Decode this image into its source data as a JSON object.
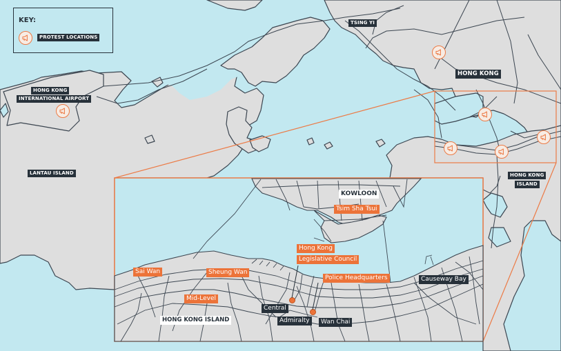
{
  "key": {
    "title": "KEY:",
    "legend_label": "PROTEST LOCATIONS",
    "legend_icon": "megaphone-icon"
  },
  "colors": {
    "water": "#c2e8f0",
    "land": "#dedede",
    "road": "#3b4550",
    "accent_orange": "#ec7339",
    "label_dark": "#27313a"
  },
  "overview_labels": {
    "tsing_yi": "TSING YI",
    "hong_kong": "HONG KONG",
    "airport_line1": "HONG KONG",
    "airport_line2": "INTERNATIONAL AIRPORT",
    "lantau": "LANTAU ISLAND",
    "hk_island_line1": "HONG KONG",
    "hk_island_line2": "ISLAND"
  },
  "inset": {
    "region_labels": {
      "kowloon": "KOWLOON",
      "hong_kong_island": "HONG KONG ISLAND"
    },
    "protest_labels": [
      {
        "id": "tsim-sha-tsui",
        "label": "Tsim Sha Tsui"
      },
      {
        "id": "legco-1",
        "label": "Hong Kong"
      },
      {
        "id": "legco-2",
        "label": "Legislative Council"
      },
      {
        "id": "police-hq",
        "label": "Police Headquarters"
      },
      {
        "id": "sai-wan",
        "label": "Sai Wan"
      },
      {
        "id": "sheung-wan",
        "label": "Sheung Wan"
      },
      {
        "id": "mid-level",
        "label": "Mid-Level"
      }
    ],
    "district_labels": [
      {
        "id": "central",
        "label": "Central"
      },
      {
        "id": "admiralty",
        "label": "Admiralty"
      },
      {
        "id": "wan-chai",
        "label": "Wan Chai"
      },
      {
        "id": "causeway-bay",
        "label": "Causeway Bay"
      }
    ]
  },
  "protest_markers": [
    {
      "location": "airport",
      "icon": "megaphone-icon"
    },
    {
      "location": "kowloon-north",
      "icon": "megaphone-icon"
    },
    {
      "location": "tsim-sha-tsui",
      "icon": "megaphone-icon"
    },
    {
      "location": "sheung-wan",
      "icon": "megaphone-icon"
    },
    {
      "location": "admiralty",
      "icon": "megaphone-icon"
    },
    {
      "location": "causeway-bay",
      "icon": "megaphone-icon"
    }
  ]
}
